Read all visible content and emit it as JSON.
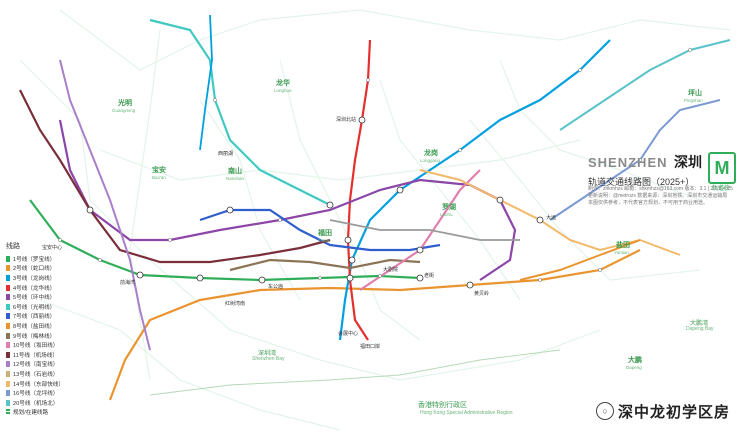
{
  "title": {
    "en": "SHENZHEN",
    "cn": "深圳",
    "subtitle": "轨道交通线路图（2025+）"
  },
  "logo": {
    "mark": "M",
    "caption": "轨道侠"
  },
  "meta_lines": [
    "制作：zhkmhzs   邮箱：shkmhzs@163.com   版本：3.1 | 2025.4.25",
    "更新说明：@metrozs   数据来源：深圳地铁、深圳市交通运输局",
    "本图仅供参考，不代表官方规划，不可用于商业用途。"
  ],
  "legend": {
    "title": "线路",
    "items": [
      {
        "label": "1号线（罗宝线）",
        "color": "#2fae5a"
      },
      {
        "label": "2号线（蛇口线）",
        "color": "#e9942f"
      },
      {
        "label": "3号线（龙岗线）",
        "color": "#00a0e0"
      },
      {
        "label": "4号线（龙华线）",
        "color": "#e52f2f"
      },
      {
        "label": "5号线（环中线）",
        "color": "#8b46a8"
      },
      {
        "label": "6号线（光明线）",
        "color": "#3ec9c1"
      },
      {
        "label": "7号线（西丽线）",
        "color": "#2f5fcf"
      },
      {
        "label": "8号线（盐田线）",
        "color": "#e9942f"
      },
      {
        "label": "9号线（梅林线）",
        "color": "#8b7556"
      },
      {
        "label": "10号线（坂田线）",
        "color": "#e07fae"
      },
      {
        "label": "11号线（机场线）",
        "color": "#7a2f3a"
      },
      {
        "label": "12号线（南宝线）",
        "color": "#a97fc9"
      },
      {
        "label": "13号线（石岩线）",
        "color": "#c9b07a"
      },
      {
        "label": "14号线（东部快线）",
        "color": "#f2b96a"
      },
      {
        "label": "16号线（龙坪线）",
        "color": "#7a9ad1"
      },
      {
        "label": "20号线（机场北）",
        "color": "#58c3c9"
      },
      {
        "label": "规划/在建线路",
        "color": "#2fae5a",
        "dashed": true
      }
    ]
  },
  "districts": [
    {
      "cn": "光明",
      "en": "Guangming"
    },
    {
      "cn": "龙华",
      "en": "Longhua"
    },
    {
      "cn": "宝安",
      "en": "Bao'an"
    },
    {
      "cn": "南山",
      "en": "Nanshan"
    },
    {
      "cn": "福田",
      "en": "Futian"
    },
    {
      "cn": "罗湖",
      "en": "Luohu"
    },
    {
      "cn": "龙岗",
      "en": "Longgang"
    },
    {
      "cn": "坪山",
      "en": "Pingshan"
    },
    {
      "cn": "盐田",
      "en": "Yantian"
    },
    {
      "cn": "大鹏",
      "en": "Dapeng"
    }
  ],
  "water": {
    "hk_cn": "香港特别行政区",
    "hk_en": "Hong Kong Special Administrative Region",
    "bay_west_cn": "深圳湾",
    "bay_west_en": "Shenzhen Bay",
    "bay_east_cn": "大鹏湾",
    "bay_east_en": "Dapeng Bay"
  },
  "stations": [
    {
      "name": "宝安中心"
    },
    {
      "name": "前海湾"
    },
    {
      "name": "车公庙"
    },
    {
      "name": "会展中心"
    },
    {
      "name": "老街"
    },
    {
      "name": "大剧院"
    },
    {
      "name": "福田口岸"
    },
    {
      "name": "深圳北站"
    },
    {
      "name": "红树湾南"
    },
    {
      "name": "西丽湖"
    },
    {
      "name": "大运"
    },
    {
      "name": "黄贝岭"
    }
  ],
  "watermark": {
    "icon": "wechat-icon",
    "text": "深中龙初学区房"
  },
  "colors": {
    "l1": "#2fae5a",
    "l2": "#e9942f",
    "l3": "#00a0e0",
    "l4": "#e52f2f",
    "l5": "#8b46a8",
    "l6": "#3ec9c1",
    "l7": "#2f5fcf",
    "l9": "#8b7556",
    "l10": "#e07fae",
    "l11": "#7a2f3a",
    "l12": "#a97fc9",
    "l14": "#f2b96a",
    "l16": "#7a9ad1",
    "l20": "#58c3c9",
    "ghost": "#2fae5a",
    "district_text": "#3a9a50"
  }
}
